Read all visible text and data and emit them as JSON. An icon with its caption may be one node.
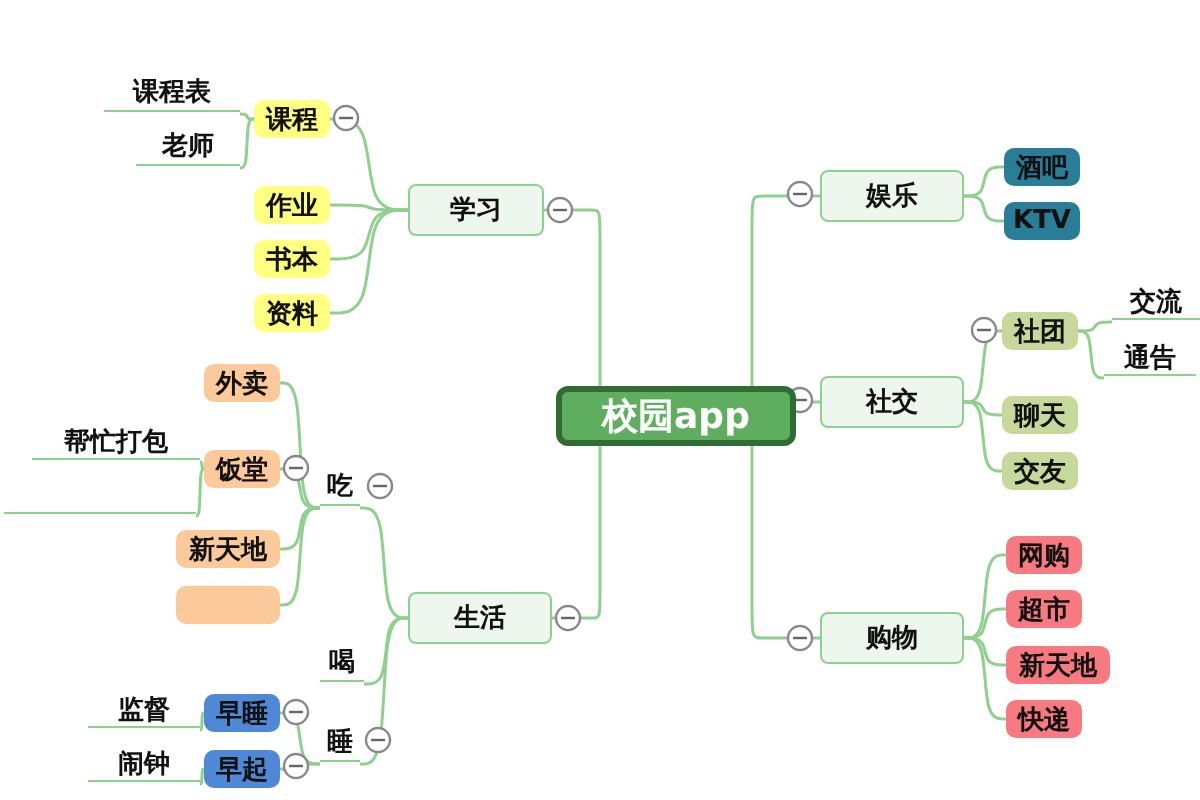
{
  "diagram": {
    "nodes": [
      {
        "text": [
          "校园app"
        ]
      },
      {
        "text": [
          "学习"
        ]
      },
      {
        "text": [
          "课程"
        ]
      },
      {
        "text": [
          "课程表"
        ]
      },
      {
        "text": [
          "老师"
        ]
      },
      {
        "text": [
          "作业"
        ]
      },
      {
        "text": [
          "书本"
        ]
      },
      {
        "text": [
          "资料"
        ]
      },
      {
        "text": [
          "生活"
        ]
      },
      {
        "text": [
          "吃"
        ]
      },
      {
        "text": [
          "外卖"
        ]
      },
      {
        "text": [
          "饭堂"
        ]
      },
      {
        "text": [
          "帮忙打包"
        ]
      },
      {
        "text": [],
        "shape": "bar"
      },
      {
        "text": [
          "新天地"
        ]
      },
      {
        "text": [],
        "shape": "box"
      },
      {
        "text": [
          "喝"
        ]
      },
      {
        "text": [
          "睡"
        ]
      },
      {
        "text": [
          "早睡"
        ]
      },
      {
        "text": [
          "监督"
        ]
      },
      {
        "text": [
          "早起"
        ]
      },
      {
        "text": [
          "闹钟"
        ]
      },
      {
        "text": [
          "娱乐"
        ]
      },
      {
        "text": [
          "酒吧"
        ]
      },
      {
        "text": [
          "KTV"
        ]
      },
      {
        "text": [
          "社交"
        ]
      },
      {
        "text": [
          "社团"
        ]
      },
      {
        "text": [
          "交流"
        ]
      },
      {
        "text": [
          "通告"
        ]
      },
      {
        "text": [
          "聊天"
        ]
      },
      {
        "text": [
          "交友"
        ]
      },
      {
        "text": [
          "购物"
        ]
      },
      {
        "text": [
          "网购"
        ]
      },
      {
        "text": [
          "超市"
        ]
      },
      {
        "text": [
          "新天地"
        ]
      },
      {
        "text": [
          "快递"
        ]
      }
    ],
    "edges": [
      {
        "from": 0,
        "to": 1,
        "arrow": "none"
      },
      {
        "from": 1,
        "to": 2,
        "arrow": "none"
      },
      {
        "from": 2,
        "to": 3,
        "arrow": "none"
      },
      {
        "from": 2,
        "to": 4,
        "arrow": "none"
      },
      {
        "from": 1,
        "to": 5,
        "arrow": "none"
      },
      {
        "from": 1,
        "to": 6,
        "arrow": "none"
      },
      {
        "from": 1,
        "to": 7,
        "arrow": "none"
      },
      {
        "from": 0,
        "to": 8,
        "arrow": "none"
      },
      {
        "from": 8,
        "to": 9,
        "arrow": "none"
      },
      {
        "from": 9,
        "to": 10,
        "arrow": "none"
      },
      {
        "from": 9,
        "to": 11,
        "arrow": "none"
      },
      {
        "from": 11,
        "to": 12,
        "arrow": "none"
      },
      {
        "from": 11,
        "to": 13,
        "arrow": "none"
      },
      {
        "from": 9,
        "to": 14,
        "arrow": "none"
      },
      {
        "from": 9,
        "to": 15,
        "arrow": "none"
      },
      {
        "from": 8,
        "to": 16,
        "arrow": "none"
      },
      {
        "from": 8,
        "to": 17,
        "arrow": "none"
      },
      {
        "from": 17,
        "to": 18,
        "arrow": "none"
      },
      {
        "from": 18,
        "to": 19,
        "arrow": "none"
      },
      {
        "from": 17,
        "to": 20,
        "arrow": "none"
      },
      {
        "from": 20,
        "to": 21,
        "arrow": "none"
      },
      {
        "from": 0,
        "to": 22,
        "arrow": "none"
      },
      {
        "from": 22,
        "to": 23,
        "arrow": "none"
      },
      {
        "from": 22,
        "to": 24,
        "arrow": "none"
      },
      {
        "from": 0,
        "to": 25,
        "arrow": "none"
      },
      {
        "from": 25,
        "to": 26,
        "arrow": "none"
      },
      {
        "from": 26,
        "to": 27,
        "arrow": "none"
      },
      {
        "from": 26,
        "to": 28,
        "arrow": "none"
      },
      {
        "from": 25,
        "to": 29,
        "arrow": "none"
      },
      {
        "from": 25,
        "to": 30,
        "arrow": "none"
      },
      {
        "from": 0,
        "to": 31,
        "arrow": "none"
      },
      {
        "from": 31,
        "to": 32,
        "arrow": "none"
      },
      {
        "from": 31,
        "to": 33,
        "arrow": "none"
      },
      {
        "from": 31,
        "to": 34,
        "arrow": "none"
      },
      {
        "from": 31,
        "to": 35,
        "arrow": "none"
      }
    ]
  }
}
